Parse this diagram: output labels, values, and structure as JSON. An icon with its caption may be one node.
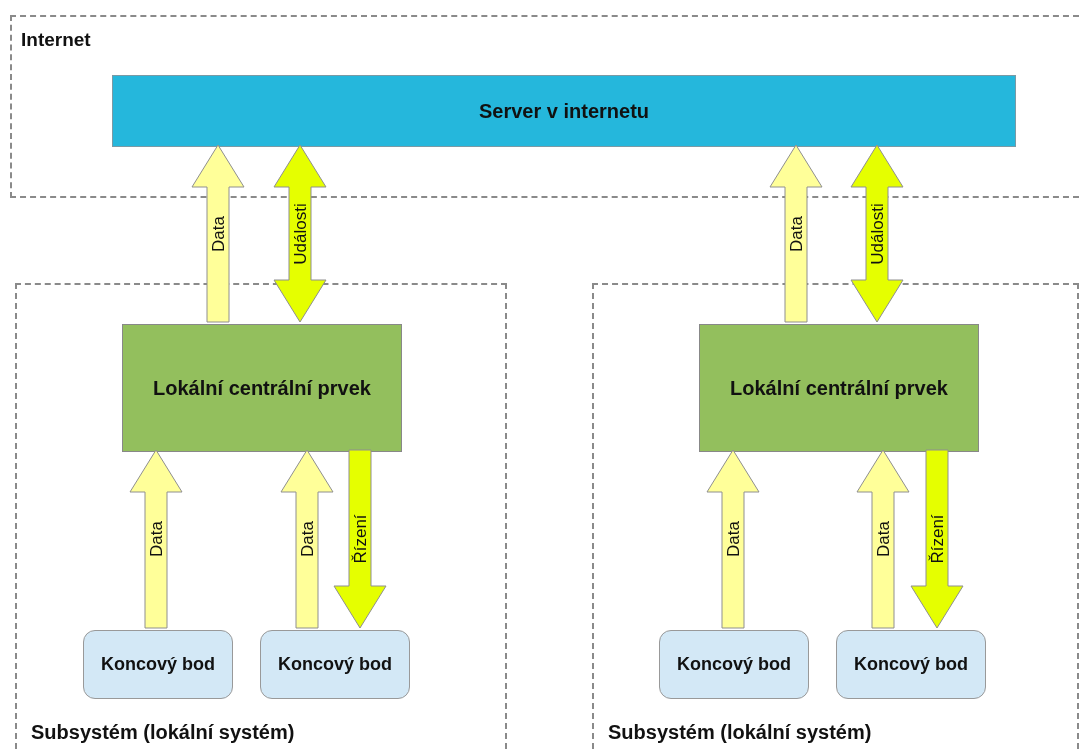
{
  "diagram": {
    "nodes": [
      {
        "text": [
          "Internet"
        ]
      },
      {
        "text": [
          "Server v internetu"
        ],
        "in": 0
      },
      {
        "text": [
          "Subsystém (lokální systém)"
        ]
      },
      {
        "text": [
          "Lokální centrální prvek"
        ],
        "in": 2
      },
      {
        "text": [
          "Koncový bod"
        ],
        "in": 2
      },
      {
        "text": [
          "Koncový bod"
        ],
        "in": 2
      },
      {
        "text": [
          "Subsystém (lokální systém)"
        ]
      },
      {
        "text": [
          "Lokální centrální prvek"
        ],
        "in": 6
      },
      {
        "text": [
          "Koncový bod"
        ],
        "in": 6
      },
      {
        "text": [
          "Koncový bod"
        ],
        "in": 6
      }
    ],
    "edges": [
      {
        "from": 3,
        "to": 1,
        "arrow": "to",
        "label": "Data"
      },
      {
        "from": 3,
        "to": 1,
        "arrow": "both",
        "label": "Události",
        "color": "#e5ff00"
      },
      {
        "from": 4,
        "to": 3,
        "arrow": "to",
        "label": "Data"
      },
      {
        "from": 5,
        "to": 3,
        "arrow": "to",
        "label": "Data"
      },
      {
        "from": 3,
        "to": 5,
        "arrow": "to",
        "label": "Řízení",
        "color": "#e5ff00"
      },
      {
        "from": 7,
        "to": 1,
        "arrow": "to",
        "label": "Data"
      },
      {
        "from": 7,
        "to": 1,
        "arrow": "both",
        "label": "Události",
        "color": "#e5ff00"
      },
      {
        "from": 8,
        "to": 7,
        "arrow": "to",
        "label": "Data"
      },
      {
        "from": 9,
        "to": 7,
        "arrow": "to",
        "label": "Data"
      },
      {
        "from": 7,
        "to": 9,
        "arrow": "to",
        "label": "Řízení",
        "color": "#e5ff00"
      }
    ]
  }
}
